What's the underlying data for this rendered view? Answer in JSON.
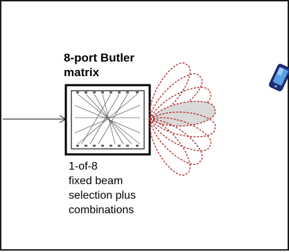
{
  "title_lines": [
    "8-port Butler",
    "matrix"
  ],
  "caption_lines": [
    "1-of-8",
    "fixed beam",
    "selection plus",
    "combinations"
  ],
  "beam_count": 8,
  "colors": {
    "beam_outline": "#b22222",
    "selected_beam_fill": "#d9d9d9",
    "matrix_border": "#000000",
    "device_blue": "#2a3f8f"
  }
}
